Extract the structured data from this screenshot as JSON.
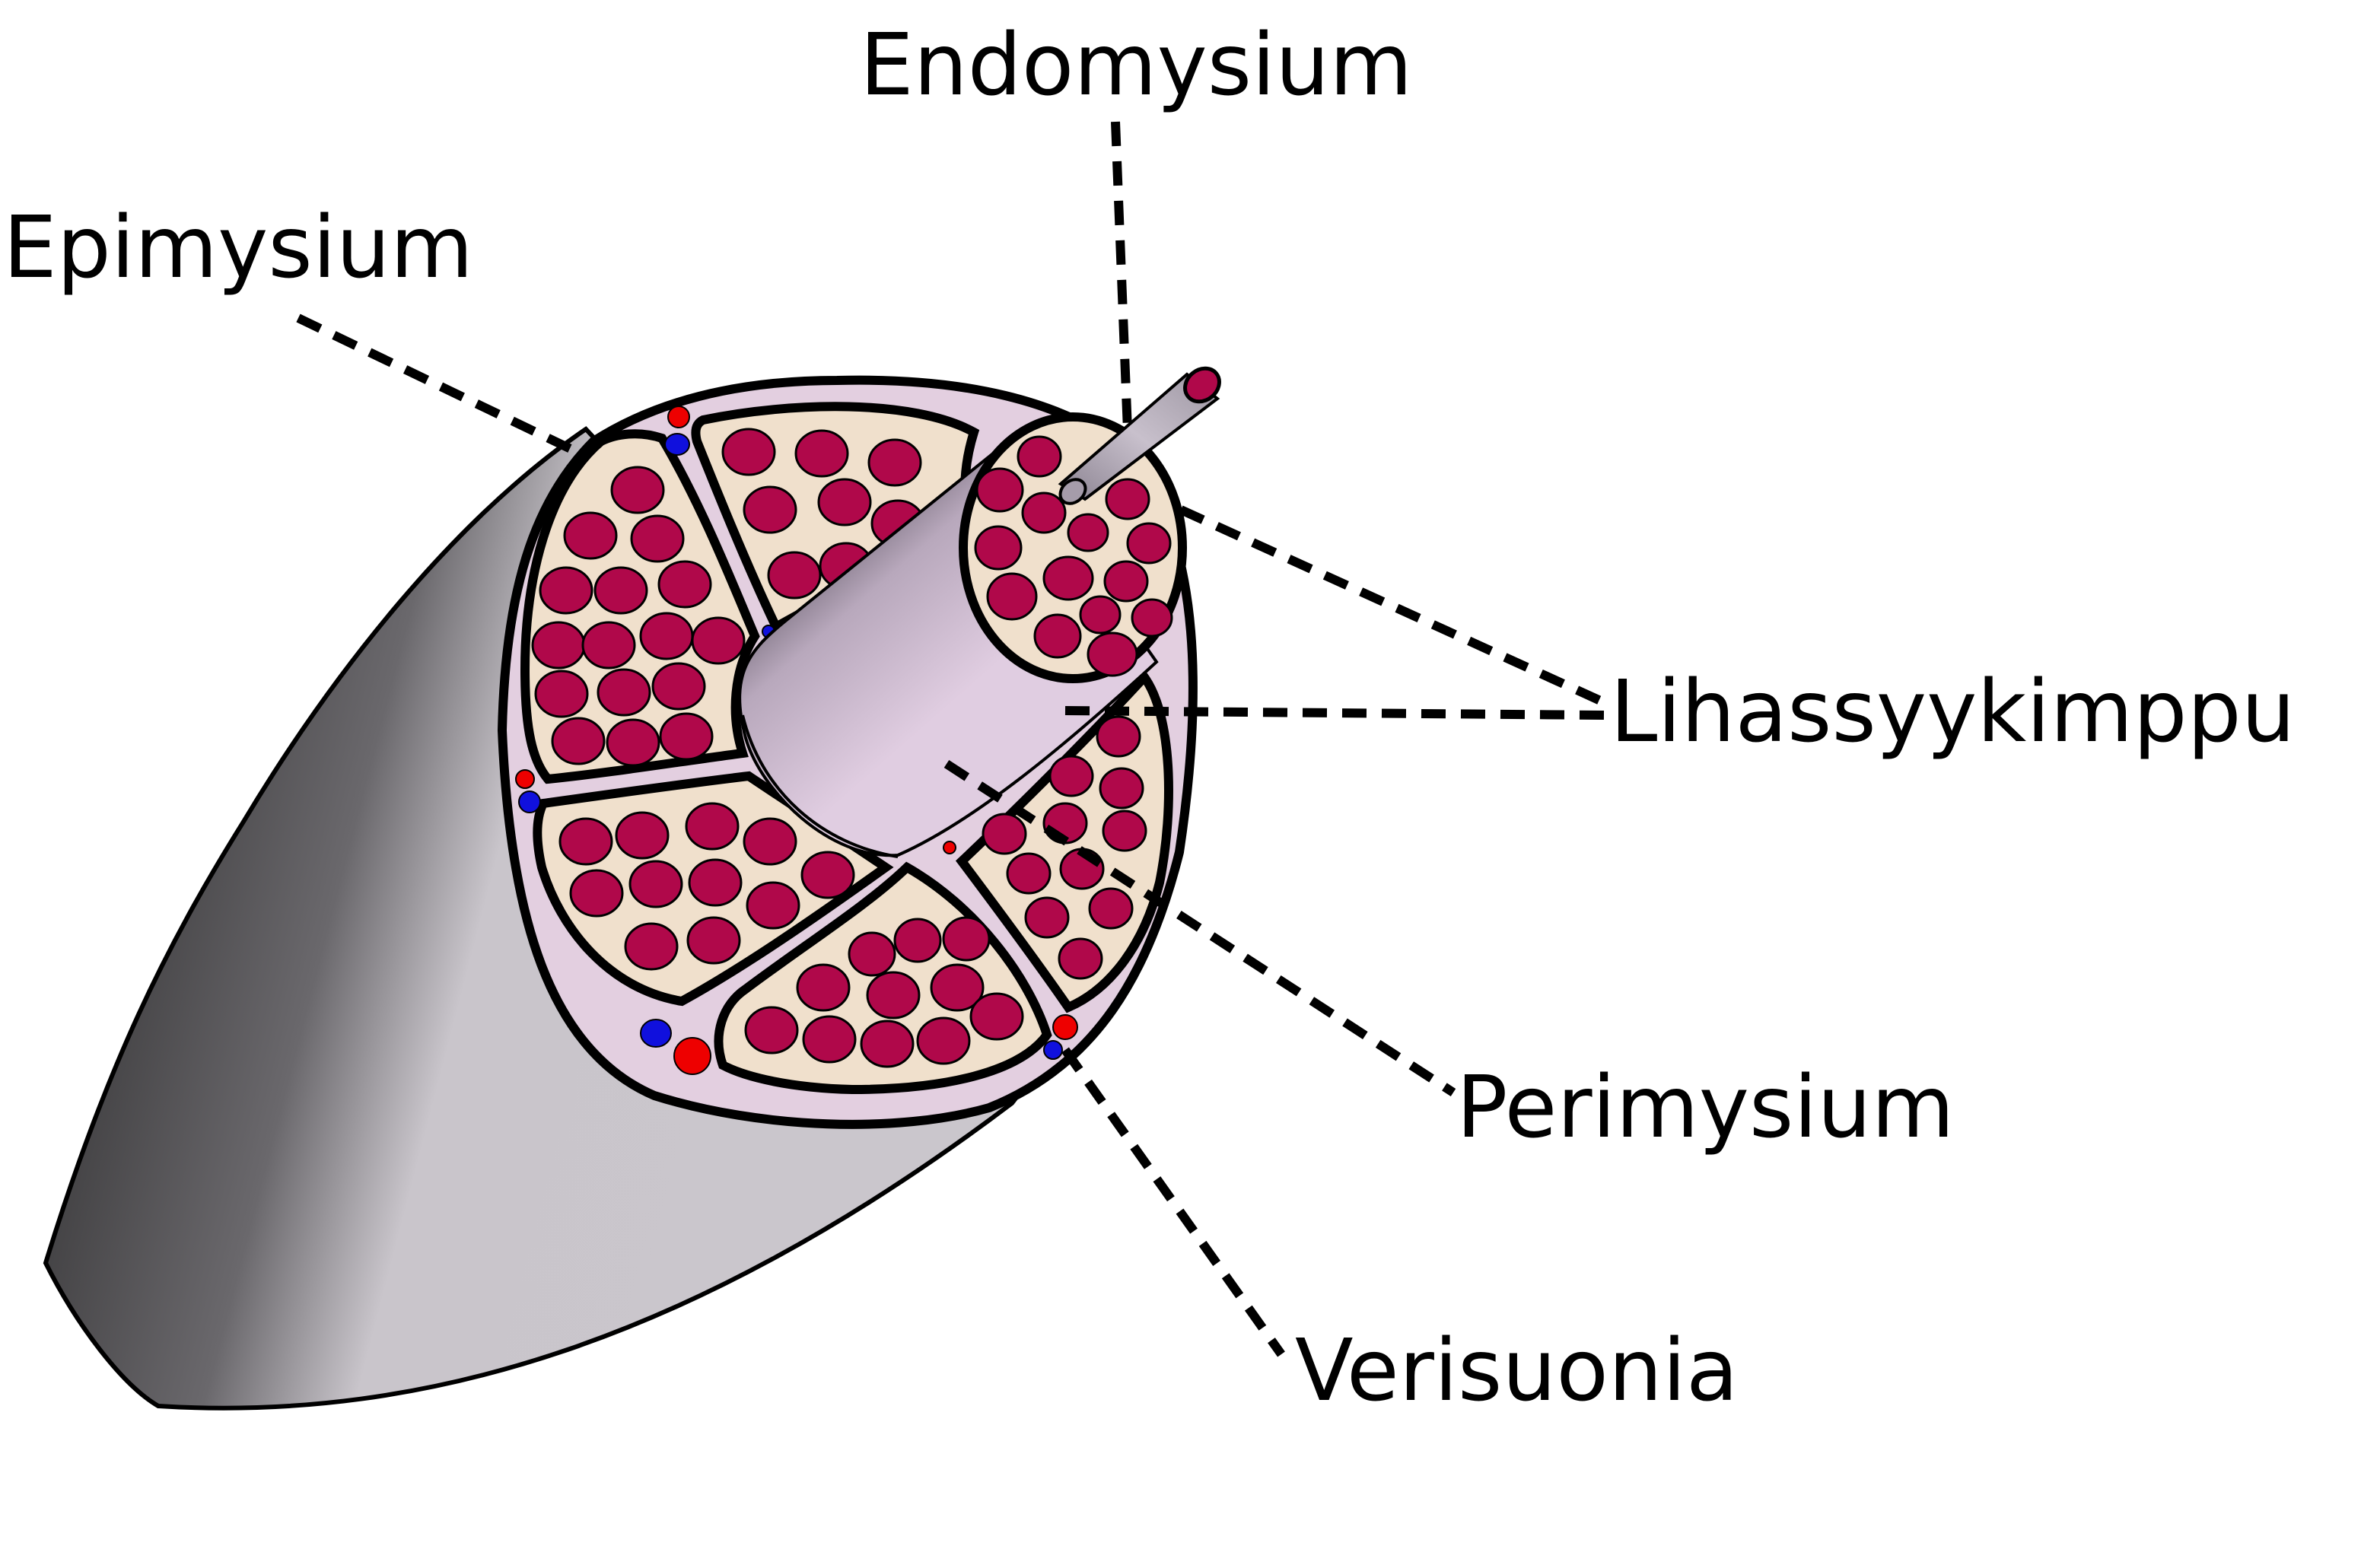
{
  "labels": {
    "endomysium": "Endomysium",
    "epimysium": "Epimysium",
    "fascicle": "Lihassyykimppu",
    "perimysium": "Perimysium",
    "blood_vessels": "Verisuonia"
  },
  "colors": {
    "epimysium_fill": "#e3cfe0",
    "fascicle_fill": "#f0e0cc",
    "fiber_fill": "#b0084a",
    "artery": "#ee0000",
    "vein": "#1010dd",
    "outline": "#000000",
    "body_light": "#cac6cc",
    "body_dark": "#2a2a2a"
  }
}
